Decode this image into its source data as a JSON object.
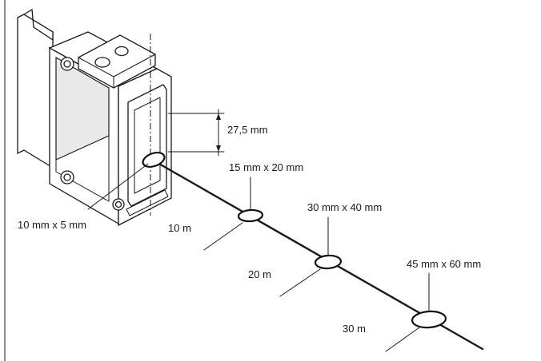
{
  "diagram": {
    "labels": {
      "emitter_spot": "10 mm x 5 mm",
      "offset": "27,5 mm",
      "spot_10m": "15 mm x 20 mm",
      "spot_20m": "30 mm x 40 mm",
      "spot_30m": "45 mm x 60 mm",
      "dist_10m": "10 m",
      "dist_20m": "20 m",
      "dist_30m": "30 m"
    },
    "colors": {
      "line": "#1a1a1a",
      "background": "#ffffff"
    }
  }
}
